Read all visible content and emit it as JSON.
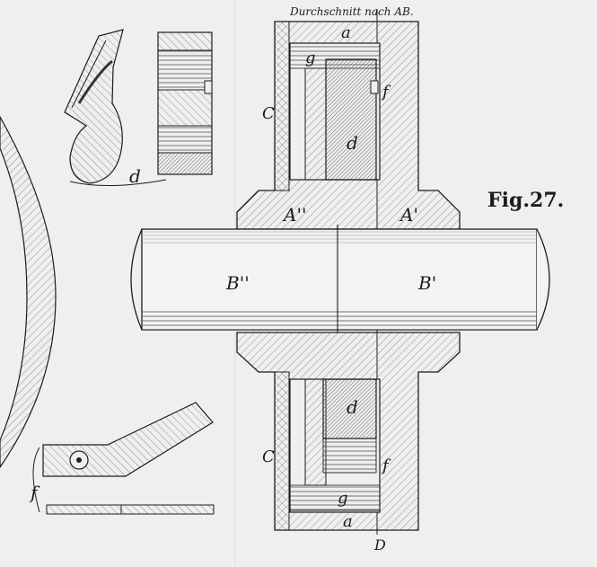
{
  "title": "Durchschnitt nach AB.",
  "figure_label": "Fig.27.",
  "labels": {
    "a_top": "a",
    "g_top": "g",
    "f_top": "f",
    "c_top": "C",
    "d_top": "d",
    "a_prime_left": "A''",
    "a_prime_right": "A'",
    "b_left": "B''",
    "b_right": "B'",
    "d_bottom": "d",
    "c_bottom": "C",
    "f_bottom": "f",
    "g_bottom": "g",
    "a_bottom": "a",
    "D": "D",
    "d_left_detail": "d",
    "f_left_detail": "f"
  },
  "colors": {
    "paper": "#efefed",
    "ink": "#1c1c1c",
    "hatch": "#6a6a6a",
    "dark_block": "#7d7d7d"
  }
}
